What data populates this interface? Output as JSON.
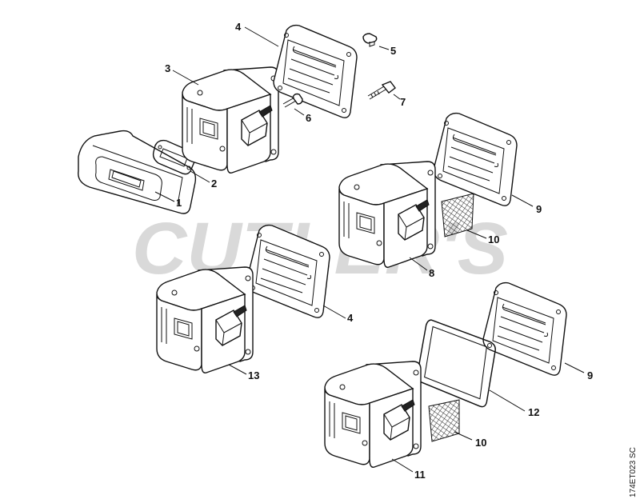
{
  "watermark": {
    "text": "CUTLER'S",
    "color": "#d9d9d9"
  },
  "drawing_code": "174ET023 SC",
  "callouts": [
    {
      "id": "c1",
      "label": "1"
    },
    {
      "id": "c2",
      "label": "2"
    },
    {
      "id": "c3",
      "label": "3"
    },
    {
      "id": "c4a",
      "label": "4"
    },
    {
      "id": "c4b",
      "label": "4"
    },
    {
      "id": "c5",
      "label": "5"
    },
    {
      "id": "c6",
      "label": "6"
    },
    {
      "id": "c7",
      "label": "7"
    },
    {
      "id": "c8",
      "label": "8"
    },
    {
      "id": "c9a",
      "label": "9"
    },
    {
      "id": "c9b",
      "label": "9"
    },
    {
      "id": "c10a",
      "label": "10"
    },
    {
      "id": "c10b",
      "label": "10"
    },
    {
      "id": "c11",
      "label": "11"
    },
    {
      "id": "c12",
      "label": "12"
    },
    {
      "id": "c13",
      "label": "13"
    }
  ],
  "colors": {
    "line": "#111111",
    "background": "#ffffff"
  }
}
